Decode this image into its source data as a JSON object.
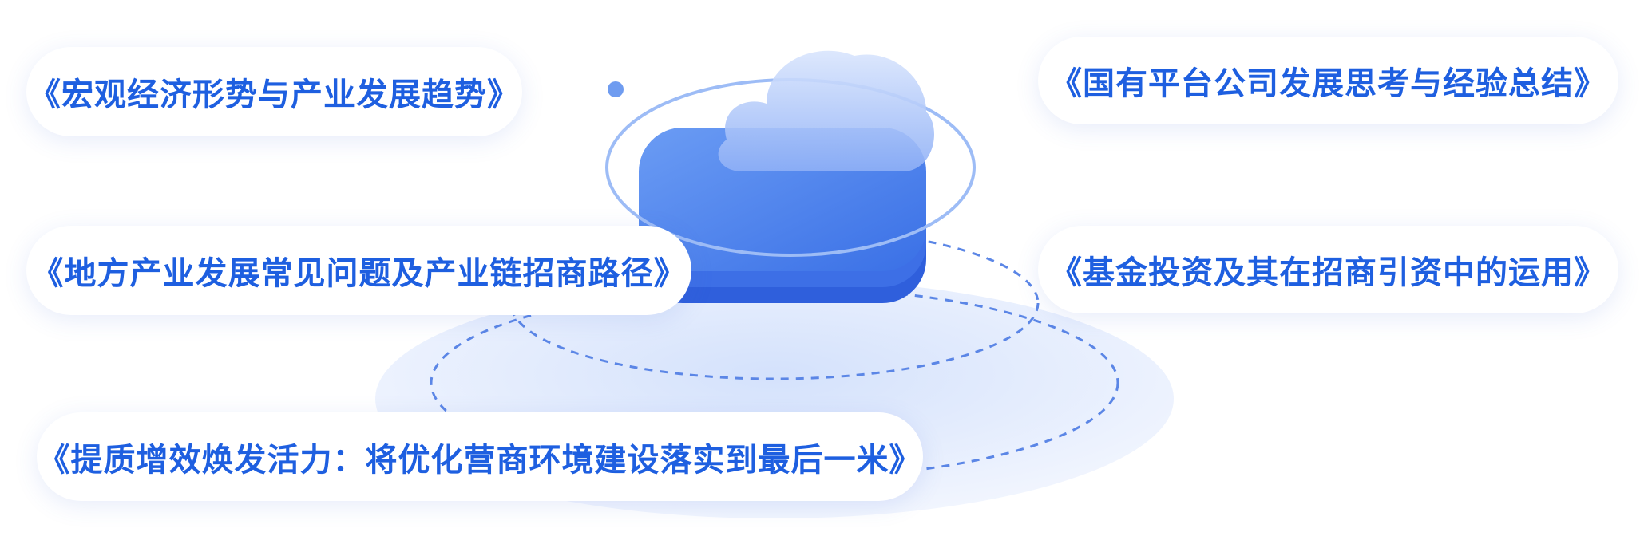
{
  "topics": [
    {
      "label": "《宏观经济形势与产业发展趋势》"
    },
    {
      "label": "《国有平台公司发展思考与经验总结》"
    },
    {
      "label": "《地方产业发展常见问题及产业链招商路径》"
    },
    {
      "label": "《基金投资及其在招商引资中的运用》"
    },
    {
      "label": "《提质增效焕发活力：将优化营商环境建设落实到最后一米》"
    }
  ],
  "colors": {
    "accent": "#1e5fe0",
    "box": "#4a83ee"
  }
}
